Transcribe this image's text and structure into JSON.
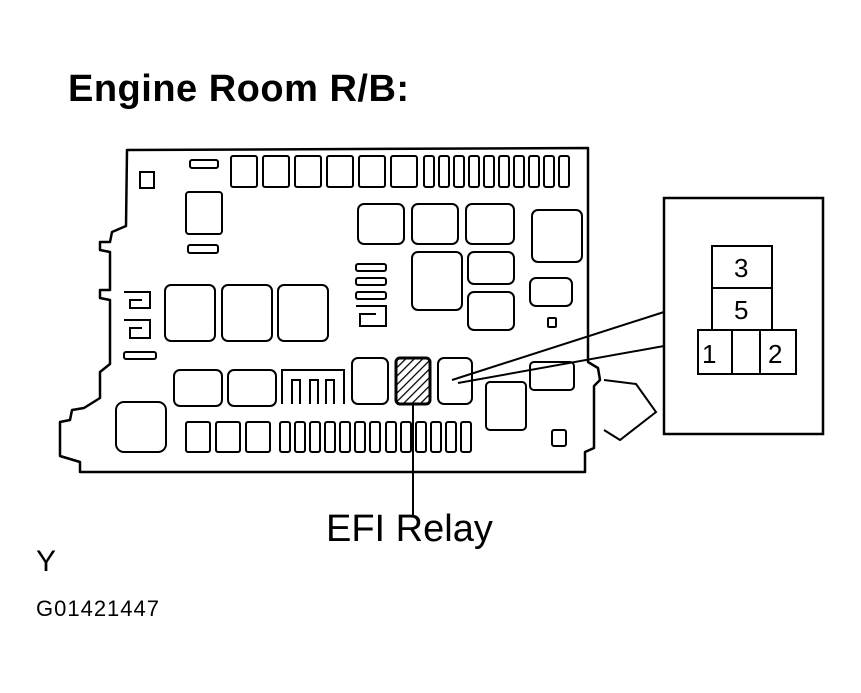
{
  "title": "Engine Room R/B:",
  "callout_label": "EFI Relay",
  "footer_letter": "Y",
  "figure_code": "G01421447",
  "connector": {
    "pins": [
      "3",
      "5",
      "1",
      "2"
    ]
  },
  "colors": {
    "line": "#000000",
    "background": "#ffffff"
  }
}
